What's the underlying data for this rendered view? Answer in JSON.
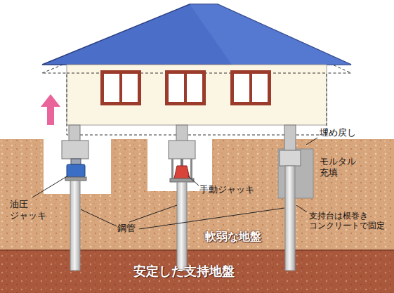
{
  "diagram": {
    "labels": [
      "埋め戻し",
      "モルタル 充填",
      "手動ジャッキ",
      "油圧 ジャッキ",
      "鋼管",
      "支持台は根巻き コンクリートで固定",
      "軟弱な地盤",
      "安定した支持地盤"
    ]
  }
}
